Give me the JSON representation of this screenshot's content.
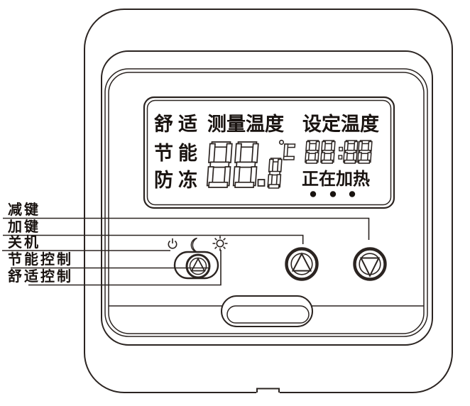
{
  "lcd": {
    "mode_labels": [
      "舒适",
      "节能",
      "防冻"
    ],
    "measured_label": "测量温度",
    "set_label": "设定温度",
    "temperature": "88.8",
    "unit": "°C",
    "time": "88:88",
    "status": "正在加热",
    "status_dots": 3
  },
  "callouts": {
    "minus_key": "减键",
    "plus_key": "加键",
    "power_off": "关机",
    "eco_control": "节能控制",
    "comfort_control": "舒适控制"
  },
  "switch_icons": [
    "power",
    "moon",
    "sun"
  ],
  "colors": {
    "line": "#2b2421",
    "text": "#191310"
  }
}
